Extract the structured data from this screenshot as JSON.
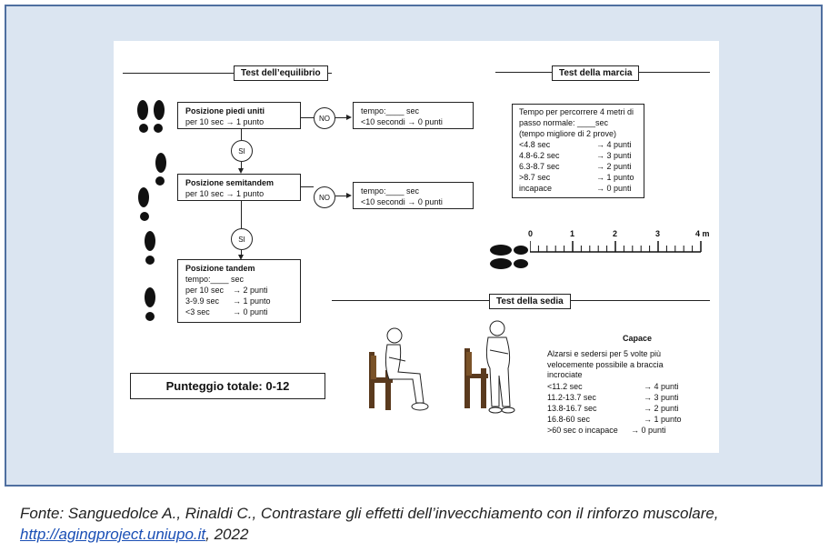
{
  "balance": {
    "title": "Test dell’equilibrio",
    "feet": {
      "title": "Posizione piedi uniti",
      "line": "per 10 sec",
      "result": "1 punto"
    },
    "no1": "NO",
    "fail1": {
      "line1": "tempo:____ sec",
      "line2": "<10 secondi",
      "result": "0 punti"
    },
    "si1": "SI",
    "semi": {
      "title": "Posizione semitandem",
      "line": "per 10 sec",
      "result": "1 punto"
    },
    "no2": "NO",
    "fail2": {
      "line1": "tempo:____ sec",
      "line2": "<10 secondi",
      "result": "0 punti"
    },
    "si2": "SI",
    "tandem": {
      "title": "Posizione tandem",
      "line1": "tempo:____ sec",
      "rows": [
        {
          "cond": "per 10 sec",
          "result": "2 punti"
        },
        {
          "cond": "3-9.9 sec",
          "result": "1 punto"
        },
        {
          "cond": "<3 sec",
          "result": "0 punti"
        }
      ]
    },
    "total": "Punteggio totale: 0-12"
  },
  "gait": {
    "title": "Test della marcia",
    "lines": [
      "Tempo per percorrere 4 metri di",
      "passo normale: ____sec",
      "(tempo migliore di 2 prove)"
    ],
    "rows": [
      {
        "cond": "<4.8 sec",
        "result": "4 punti"
      },
      {
        "cond": "4.8-6.2 sec",
        "result": "3 punti"
      },
      {
        "cond": "6.3-8.7 sec",
        "result": "2 punti"
      },
      {
        "cond": ">8.7 sec",
        "result": "1 punto"
      },
      {
        "cond": "incapace",
        "result": "0 punti"
      }
    ],
    "ruler_labels": [
      "0",
      "1",
      "2",
      "3",
      "4 m"
    ]
  },
  "chair": {
    "title": "Test della sedia",
    "subtitle": "Capace",
    "lines": [
      "Alzarsi e sedersi per 5 volte più",
      "velocemente possibile a braccia",
      "incrociate"
    ],
    "rows": [
      {
        "cond": "<11.2 sec",
        "result": "4 punti"
      },
      {
        "cond": "11.2-13.7 sec",
        "result": "3 punti"
      },
      {
        "cond": "13.8-16.7 sec",
        "result": "2 punti"
      },
      {
        "cond": "16.8-60 sec",
        "result": "1 punto"
      },
      {
        "cond": ">60 sec o incapace",
        "result": "0 punti"
      }
    ]
  },
  "caption": {
    "text1": "Fonte: Sanguedolce A., Rinaldi C., Contrastare gli effetti dell’invecchiamento con il rinforzo muscolare, ",
    "link": "http://agingproject.uniupo.it",
    "text2": ", 2022"
  },
  "colors": {
    "frame_bg": "#dbe5f1",
    "frame_border": "#4f6fa0",
    "link": "#1a4fb5"
  }
}
